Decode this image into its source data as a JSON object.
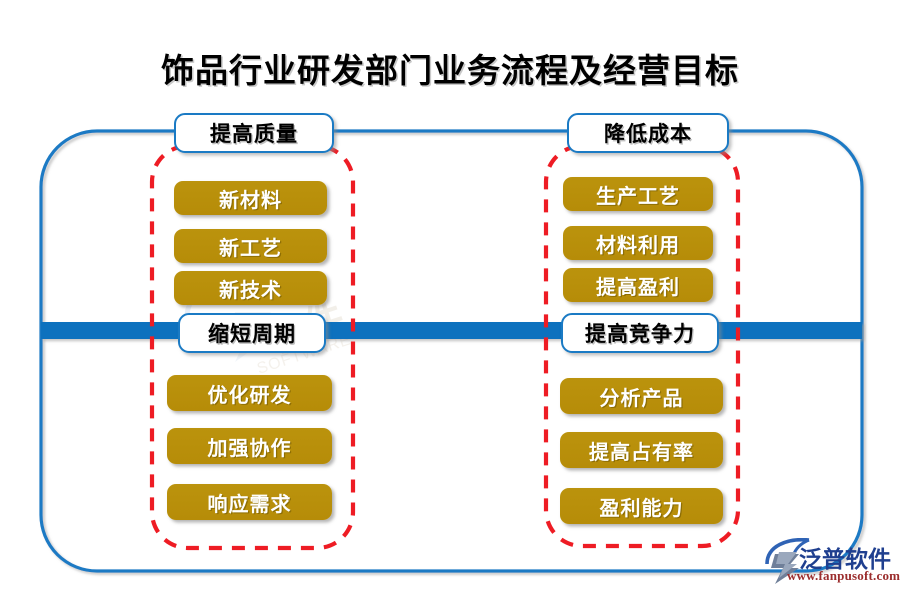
{
  "page": {
    "title": "饰品行业研发部门业务流程及经营目标",
    "background_color": "#ffffff"
  },
  "colors": {
    "blue_line": "#1a7ac4",
    "blue_bar": "#0c71be",
    "gold_box": "#b8900c",
    "red_dashed": "#ee1c24",
    "title_text": "#000000",
    "gold_box_text": "#ffffff",
    "logo_text": "#1f3f8f",
    "logo_url": "#9b2d2d"
  },
  "diagram": {
    "outer_frame": {
      "name": "outer-rounded-frame",
      "stroke": "#1a7ac4"
    },
    "center_bar": {
      "name": "center-horizontal-bar",
      "fill": "#0c71be"
    },
    "columns": [
      {
        "id": "left",
        "header": "提高质量",
        "bar_label": "缩短周期",
        "dashed_group_color": "#ee1c24",
        "items_above": [
          "新材料",
          "新工艺",
          "新技术"
        ],
        "items_below": [
          "优化研发",
          "加强协作",
          "响应需求"
        ]
      },
      {
        "id": "right",
        "header": "降低成本",
        "bar_label": "提高竞争力",
        "dashed_group_color": "#ee1c24",
        "items_above": [
          "生产工艺",
          "材料利用",
          "提高盈利"
        ],
        "items_below": [
          "分析产品",
          "提高占有率",
          "盈利能力"
        ]
      }
    ]
  },
  "logo": {
    "brand": "泛普软件",
    "url": "www.fanpusoft.com"
  }
}
